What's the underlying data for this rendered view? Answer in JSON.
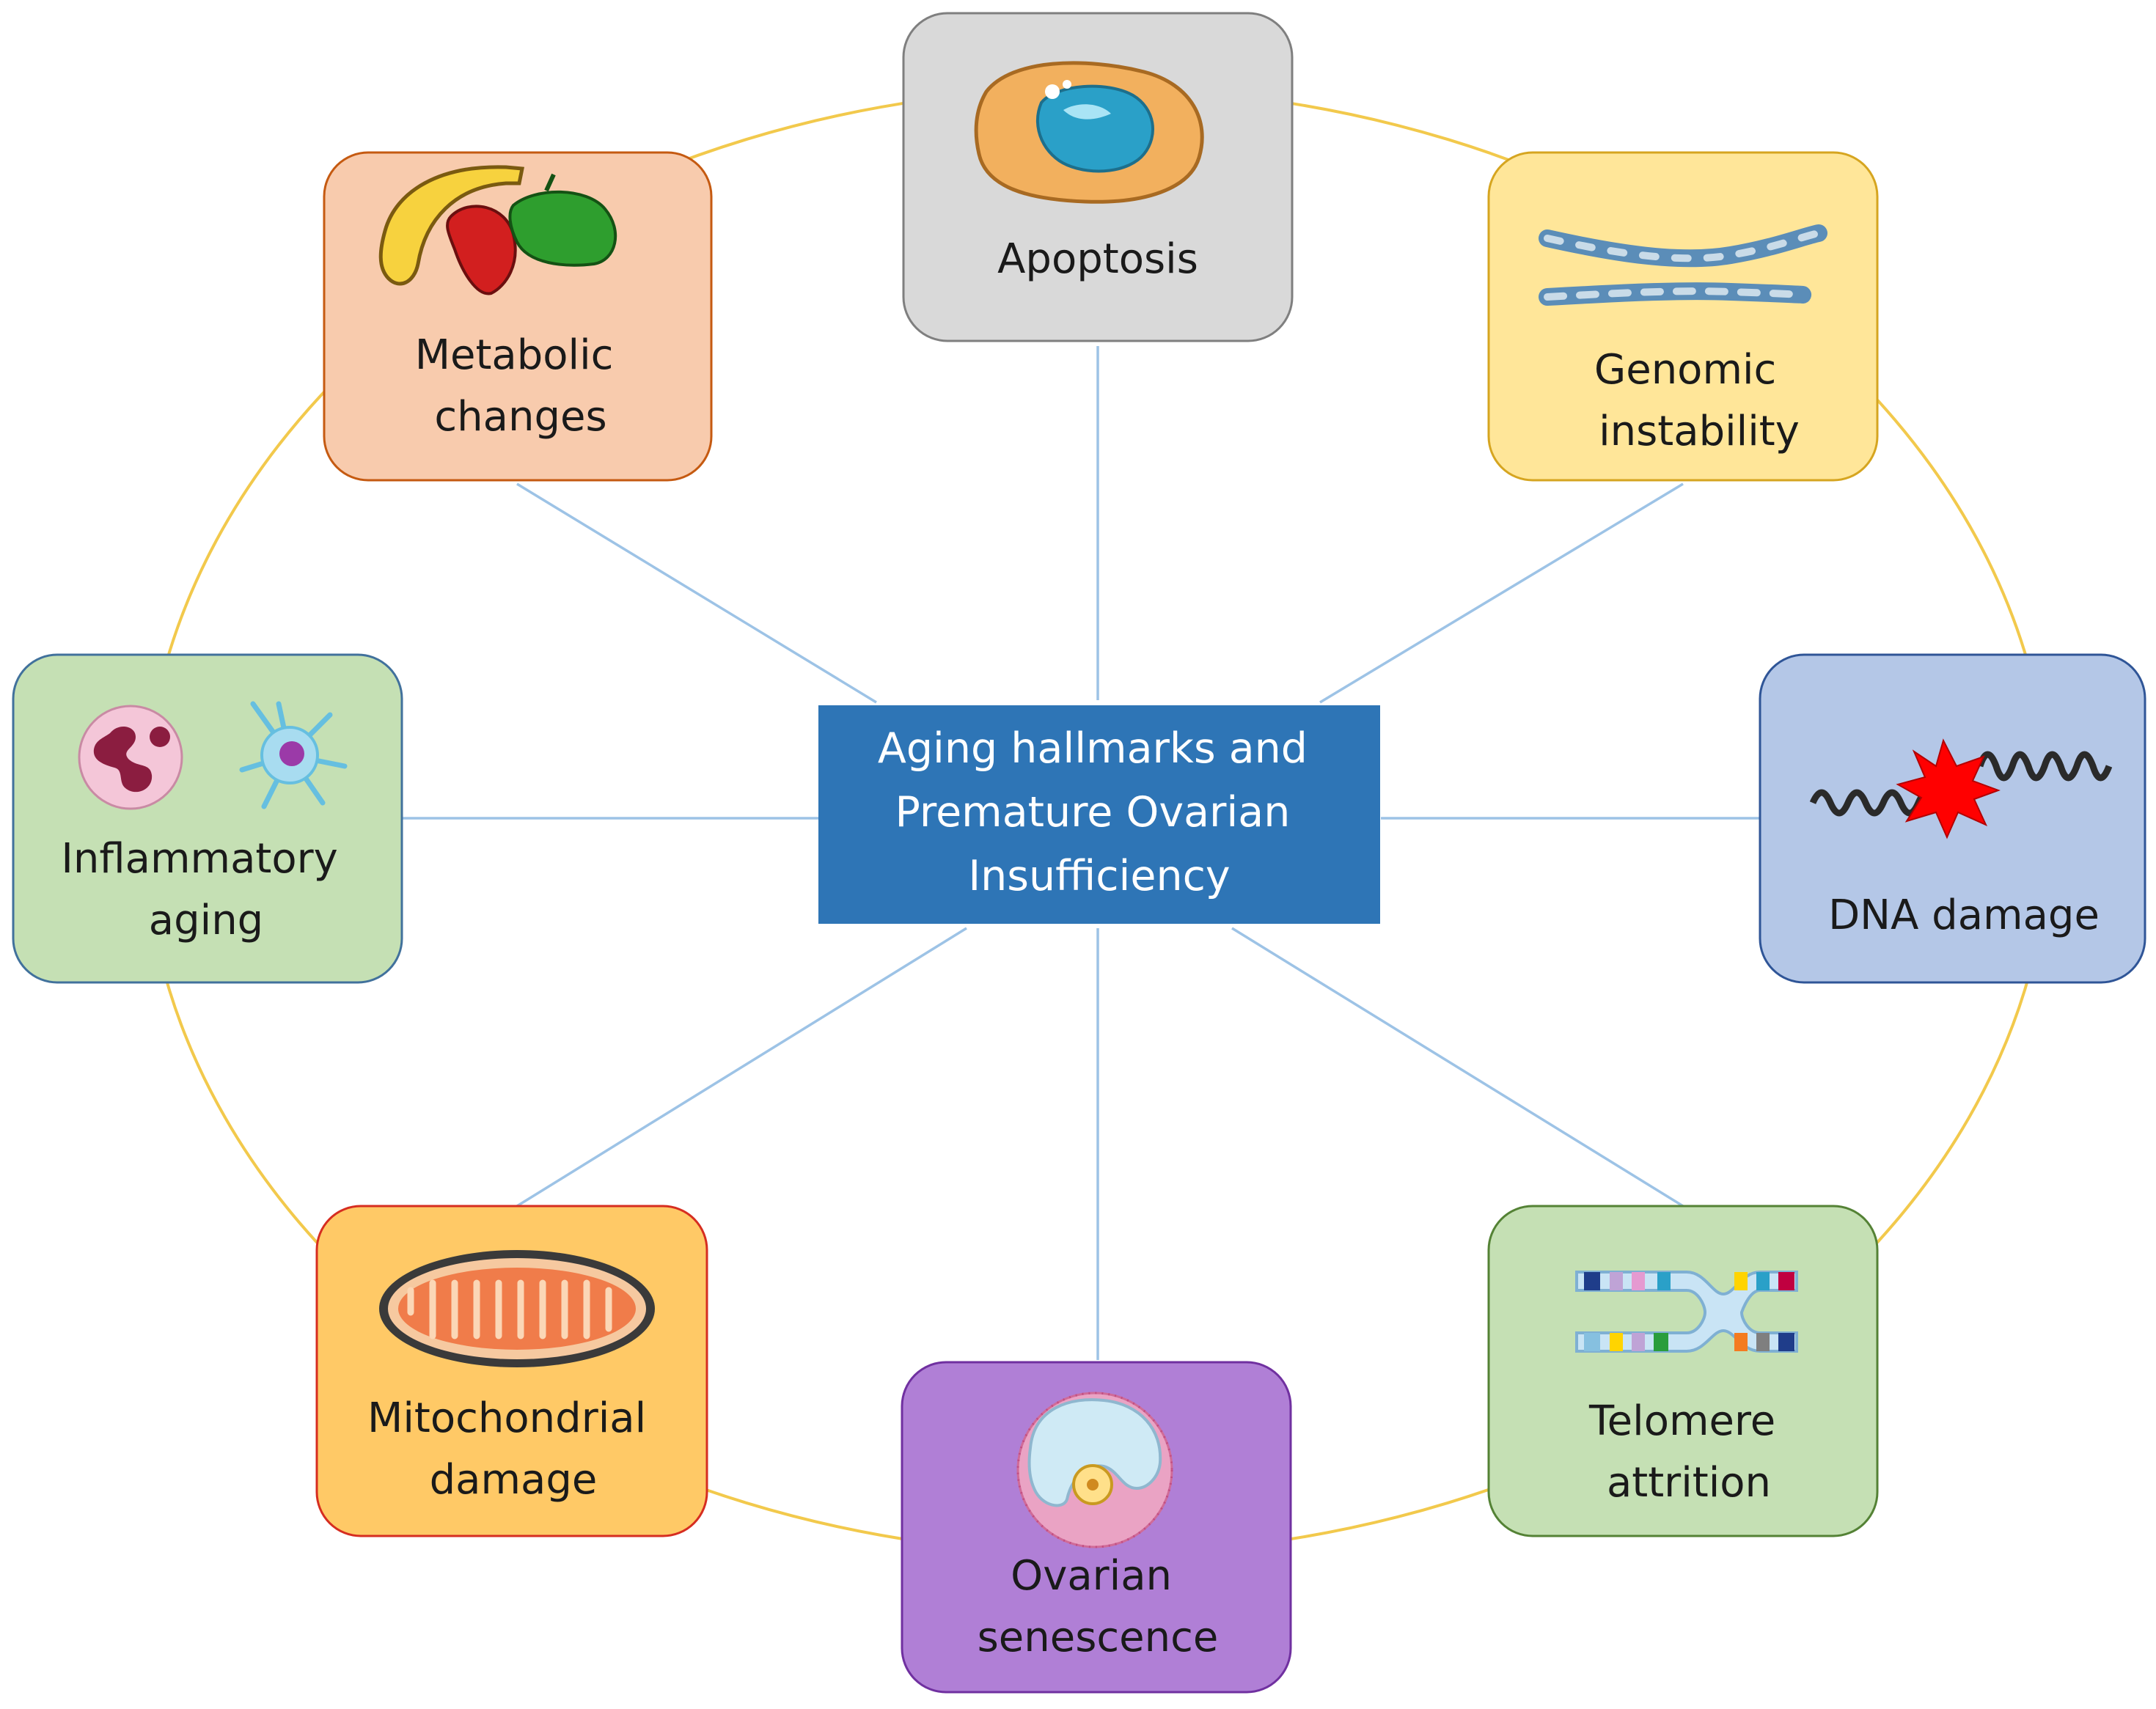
{
  "center": {
    "lines": [
      "Aging hallmarks and",
      "Premature  Ovarian",
      "Insufficiency"
    ],
    "fill": "#2e75b6"
  },
  "colors": {
    "ring": "#f2c94c",
    "spoke": "#9dc3e6"
  },
  "nodes": [
    {
      "id": "apoptosis",
      "lines": [
        "Apoptosis"
      ],
      "fill": "#d9d9d9",
      "stroke": "#7f7f7f",
      "icon": "apoptotic-cell-icon"
    },
    {
      "id": "genomic",
      "lines": [
        "Genomic",
        "instability"
      ],
      "fill": "#ffe699",
      "stroke": "#d6a520",
      "icon": "chromatid-pair-icon"
    },
    {
      "id": "dna",
      "lines": [
        "DNA damage"
      ],
      "fill": "#b4c7e7",
      "stroke": "#2f5597",
      "icon": "broken-dna-icon"
    },
    {
      "id": "telomere",
      "lines": [
        "Telomere",
        "attrition"
      ],
      "fill": "#c5e0b4",
      "stroke": "#548235",
      "icon": "chromosome-icon"
    },
    {
      "id": "ovarian",
      "lines": [
        "Ovarian",
        "senescence"
      ],
      "fill": "#b07fd6",
      "stroke": "#7030a0",
      "icon": "ovarian-follicle-icon"
    },
    {
      "id": "mito",
      "lines": [
        "Mitochondrial",
        "damage"
      ],
      "fill": "#ffc966",
      "stroke": "#d62d20",
      "icon": "mitochondrion-icon"
    },
    {
      "id": "inflam",
      "lines": [
        "Inflammatory",
        "aging"
      ],
      "fill": "#c5e0b4",
      "stroke": "#41719c",
      "icon": "immune-cells-icon"
    },
    {
      "id": "metabolic",
      "lines": [
        "Metabolic",
        "changes"
      ],
      "fill": "#f8cbad",
      "stroke": "#c55a11",
      "icon": "food-icon"
    }
  ]
}
